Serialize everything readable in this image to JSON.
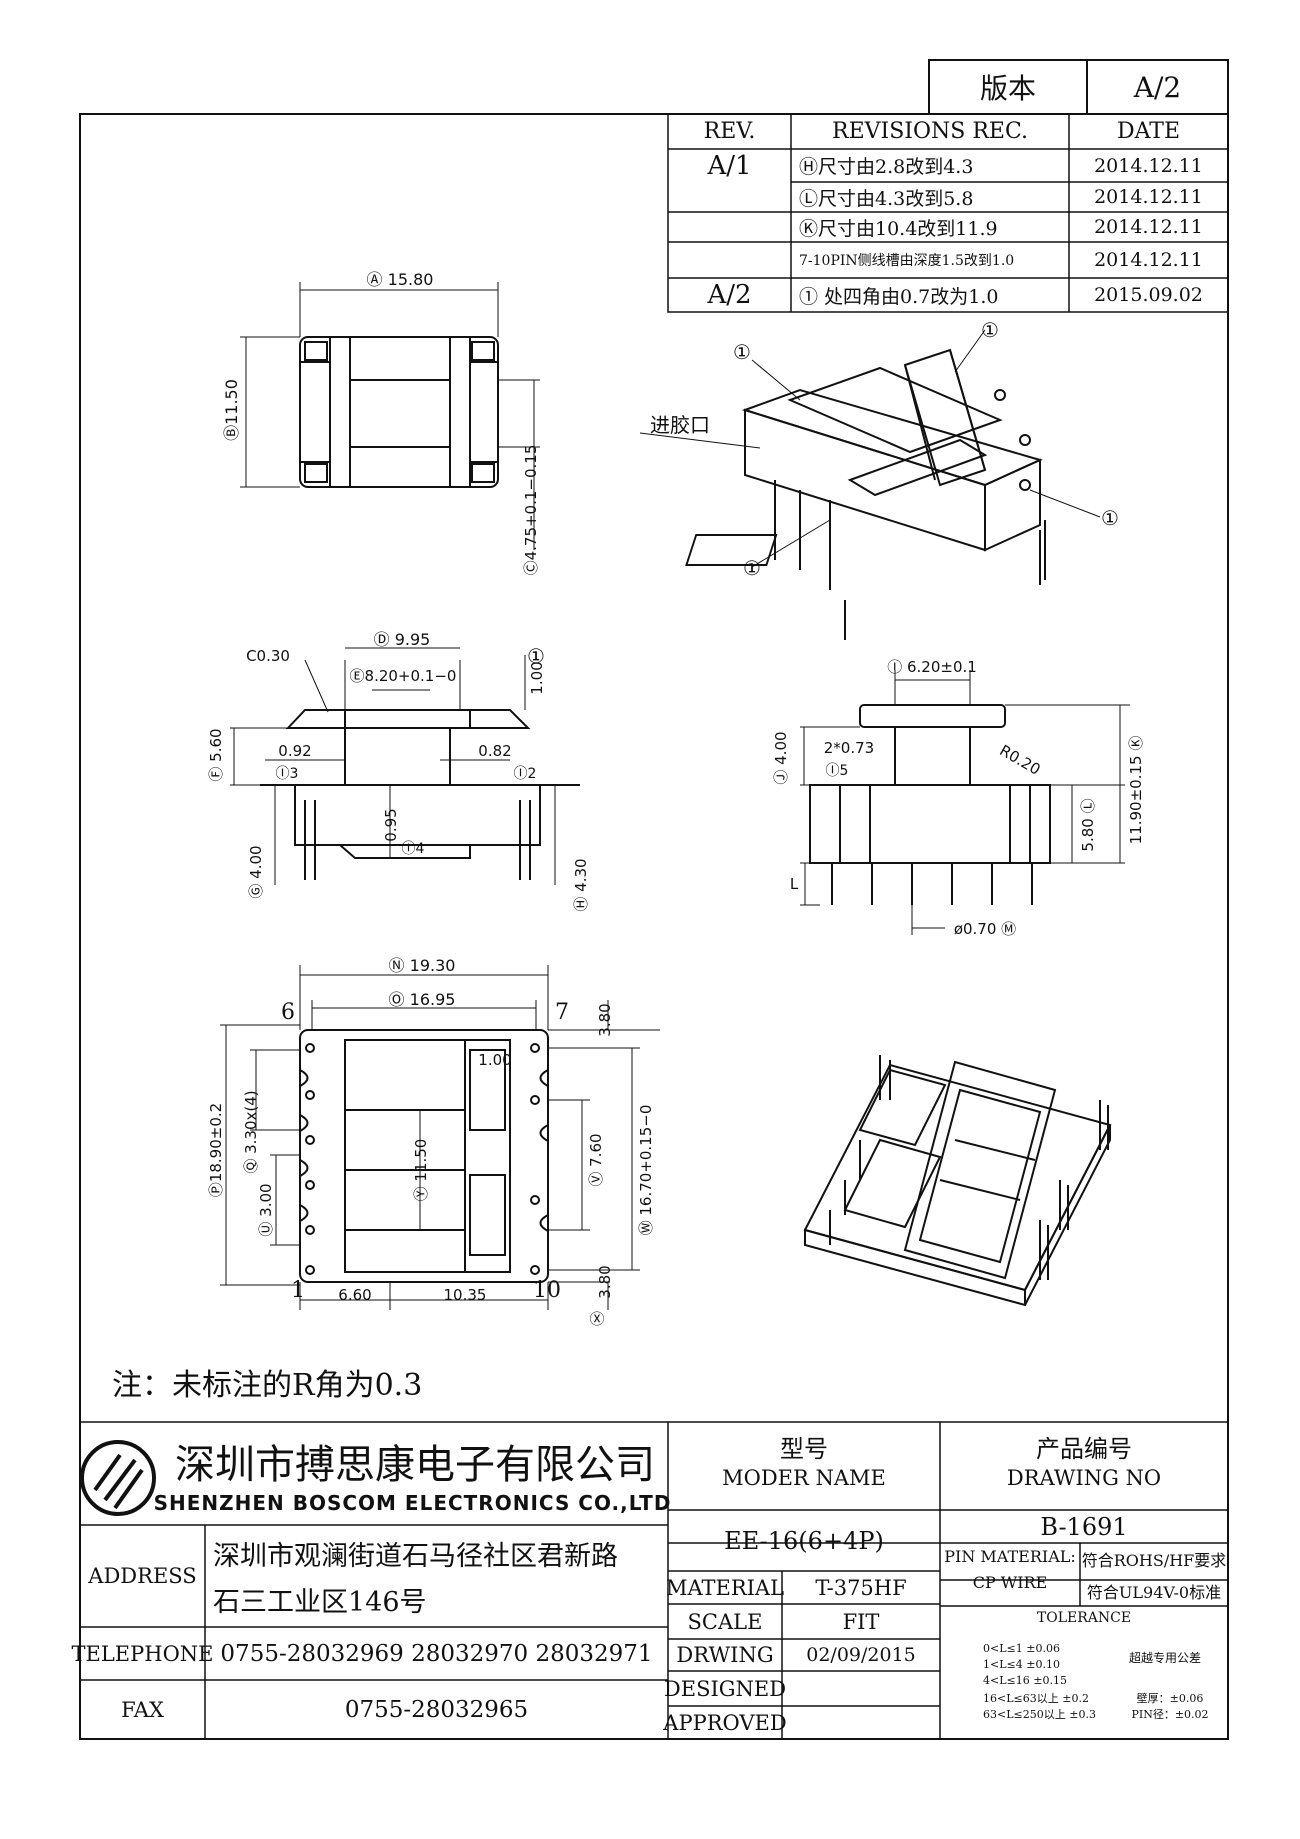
{
  "version_box": {
    "label": "版本",
    "value": "A/2"
  },
  "revisions": {
    "headers": [
      "REV.",
      "REVISIONS REC.",
      "DATE"
    ],
    "rows": [
      {
        "rev": "A/1",
        "text": "Ⓗ尺寸由2.8改到4.3",
        "date": "2014.12.11"
      },
      {
        "rev": "",
        "text": "Ⓛ尺寸由4.3改到5.8",
        "date": "2014.12.11"
      },
      {
        "rev": "",
        "text": "Ⓚ尺寸由10.4改到11.9",
        "date": "2014.12.11"
      },
      {
        "rev": "",
        "text": "7-10PIN侧线槽由深度1.5改到1.0",
        "date": "2014.12.11"
      },
      {
        "rev": "A/2",
        "text": "① 处四角由0.7改为1.0",
        "date": "2015.09.02"
      }
    ]
  },
  "drawing_labels": {
    "top_view_width": "Ⓐ 15.80",
    "top_view_height": "Ⓑ11.50",
    "top_view_c": "Ⓒ4.75+0.1−0.15",
    "gate_label": "进胶口",
    "rev_mark": "①",
    "front_d": "Ⓓ 9.95",
    "front_e": "Ⓔ8.20+0.1−0",
    "front_c030": "C0.30",
    "front_100": "1.00",
    "front_f": "Ⓕ 5.60",
    "front_092": "0.92",
    "front_082": "0.82",
    "front_i3": "Ⓘ3",
    "front_i2": "Ⓘ2",
    "front_i4": "Ⓘ4",
    "front_095": "0.95",
    "front_g": "Ⓖ 4.00",
    "front_h": "Ⓗ 4.30",
    "side_i": "Ⓘ 6.20±0.1",
    "side_j": "Ⓙ 4.00",
    "side_073": "2*0.73",
    "side_i5": "Ⓘ5",
    "side_r020": "R0.20",
    "side_l": "5.80 Ⓛ",
    "side_k": "11.90±0.15 Ⓚ",
    "side_L": "L",
    "side_m": "ø0.70 Ⓜ",
    "bottom_n": "Ⓝ 19.30",
    "bottom_o": "Ⓞ 16.95",
    "bottom_p": "Ⓟ18.90±0.2",
    "bottom_q": "Ⓠ 3.30x(4)",
    "bottom_u": "Ⓤ 3.00",
    "bottom_y": "Ⓨ 11.50",
    "bottom_v": "Ⓥ 7.60",
    "bottom_w": "Ⓦ 16.70+0.15−0",
    "bottom_380a": "3.80",
    "bottom_380b": "3.80",
    "bottom_x": "Ⓧ",
    "bottom_100": "1.00",
    "bottom_660": "6.60",
    "bottom_1035": "10.35",
    "pin6": "6",
    "pin7": "7",
    "pin1": "1",
    "pin10": "10"
  },
  "note": "注：未标注的R角为0.3",
  "company": {
    "name_cn": "深圳市搏思康电子有限公司",
    "name_en": "SHENZHEN BOSCOM ELECTRONICS CO.,LTD"
  },
  "title_block": {
    "model_label_cn": "型号",
    "model_label_en": "MODER NAME",
    "drawing_no_label_cn": "产品编号",
    "drawing_no_label_en": "DRAWING NO",
    "model_value": "EE-16(6+4P)",
    "drawing_no_value": "B-1691",
    "address_label": "ADDRESS",
    "address_line1": "深圳市观澜街道石马径社区君新路",
    "address_line2": "石三工业区146号",
    "telephone_label": "TELEPHONE",
    "telephone_value": "0755-28032969 28032970 28032971",
    "fax_label": "FAX",
    "fax_value": "0755-28032965",
    "material_label": "MATERIAL",
    "material_value": "T-375HF",
    "scale_label": "SCALE",
    "scale_value": "FIT",
    "drwing_label": "DRWING",
    "drwing_value": "02/09/2015",
    "designed_label": "DESIGNED",
    "approved_label": "APPROVED",
    "pin_material_label": "PIN MATERIAL:",
    "pin_material_value": "符合ROHS/HF要求",
    "cp_wire_label": "CP WIRE",
    "cp_wire_value": "符合UL94V-0标准",
    "tolerance_label": "TOLERANCE",
    "tolerance_rows": [
      "0<L≤1   ±0.06",
      "1<L≤4   ±0.10",
      "4<L≤16   ±0.15",
      "16<L≤63以上  ±0.2",
      "63<L≤250以上  ±0.3"
    ],
    "tolerance_special": "超越专用公差",
    "wall_thickness": "壁厚：±0.06",
    "pin_dia": "PIN径：±0.02"
  }
}
